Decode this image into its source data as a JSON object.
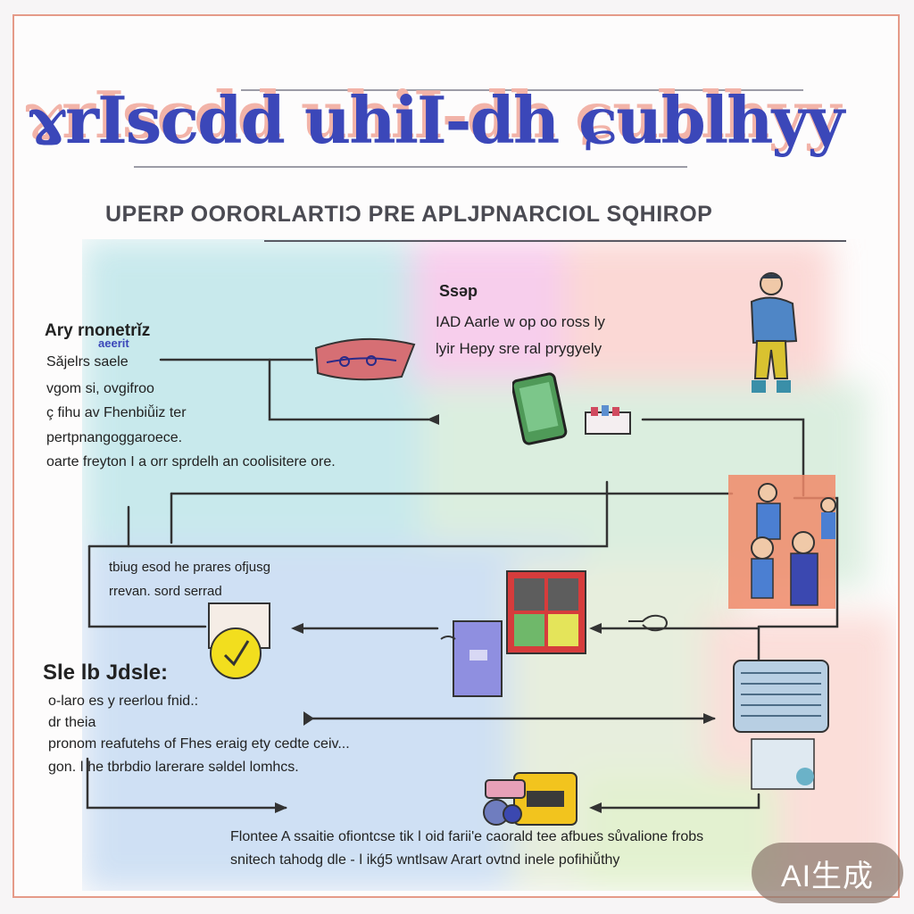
{
  "title": "ɤrIscdd uhiI-dh ɕublhyy",
  "subtitle": "UPERP OORORLARTIϽ PRE APLJPNARCIOL SQHIROP",
  "blocks": {
    "step": {
      "heading": "Ssǝp",
      "lines": [
        "IAD Aarle w op oo ross ly",
        "lyir Hepy sre ral prygyely"
      ]
    },
    "monetric": {
      "heading": "Ary rnonetrǐz",
      "subheading": "aeerit",
      "lines": [
        "Sǎjelrs saele",
        "vgom si, ovgifroo",
        "ç fihu av Fhenbiǚiz ter",
        "pertpnangoggaroece.",
        "oarte freyton I a orr sprdelh an coolisitere ore."
      ]
    },
    "middle": {
      "lines": [
        "tbiug esod he prares ofjusg",
        "rrevan. sord serrad"
      ]
    },
    "jdsle": {
      "heading": "Sle lb Jdsle:",
      "lines": [
        "o-laro es y reerlou fnid.:",
        "dr theia",
        "pronom reafutehs of Fhes eraig ety cedte ceiv...",
        "gon. ǀ he tbrbdio larerare sǝldel lomhcs."
      ]
    },
    "footer": {
      "lines": [
        "Flontee A ssaitie ofiontcse tik ǀ oid farii'e caorald tee afbues sůvalione frobs",
        "snitech tahodg dle - ǀ ikǵ5 wntlsaw Arart ovtnd inele pofihiǚthy"
      ]
    }
  },
  "badge": "AI生成",
  "icons": [
    "pencil-case-icon",
    "phone-icon",
    "toolbox-icon",
    "person-icon",
    "people-group-icon",
    "clipboard-icon",
    "book-icon",
    "calendar-grid-icon",
    "cable-icon",
    "vent-unit-icon",
    "camera-icon"
  ]
}
